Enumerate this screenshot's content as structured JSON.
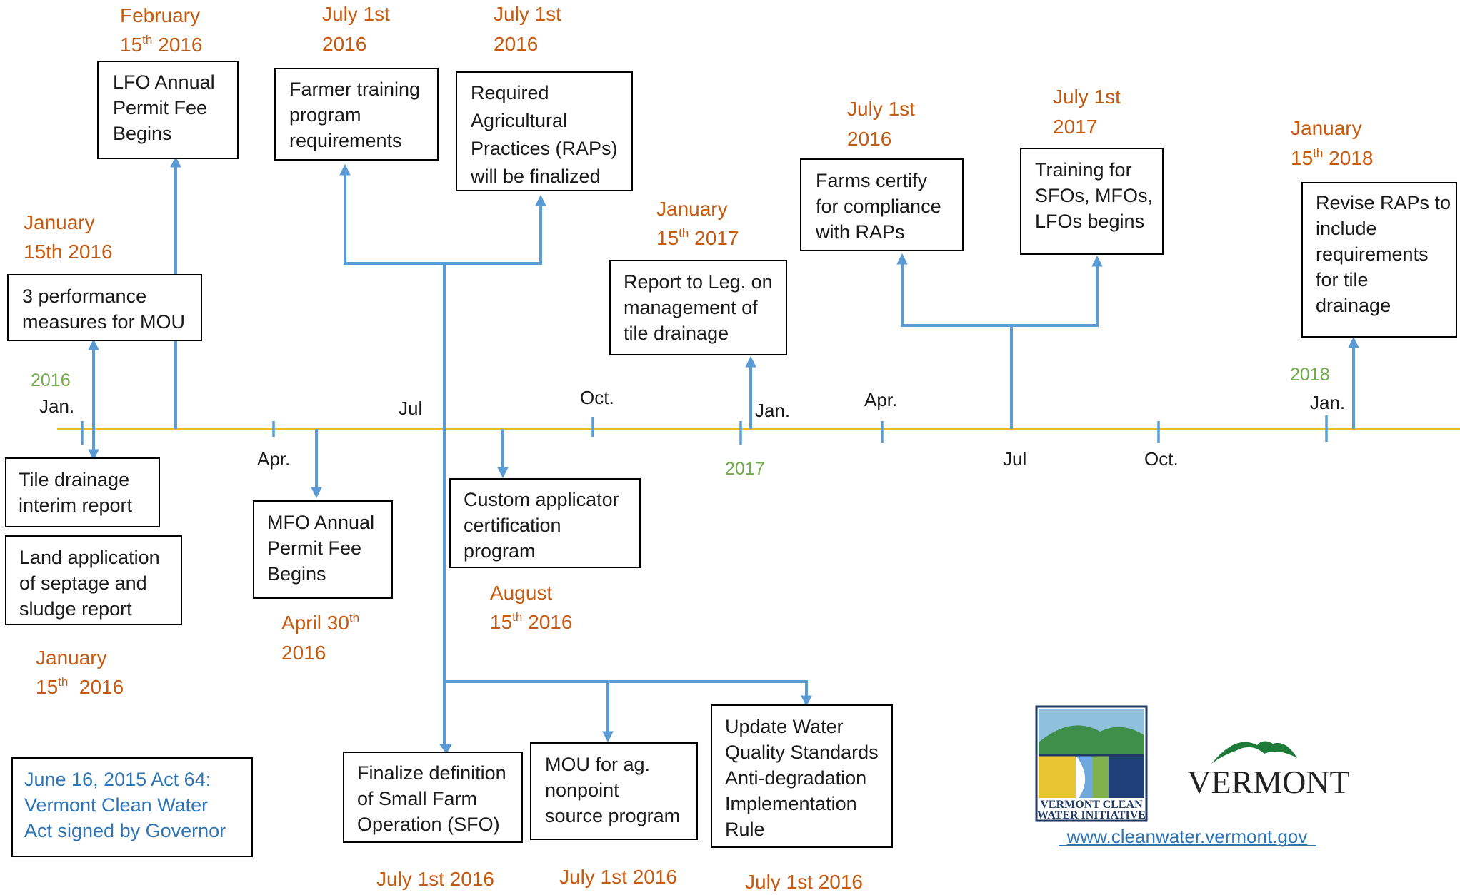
{
  "colors": {
    "timeline": "#f2b91f",
    "connector": "#5b9bd5",
    "date": "#c55a11",
    "year": "#70ad47",
    "act": "#2e75b6",
    "link": "#2e75b6"
  },
  "axis": {
    "months": [
      "Jan.",
      "Apr.",
      "Jul",
      "Oct.",
      "Jan.",
      "Apr.",
      "Jul",
      "Oct.",
      "Jan."
    ],
    "years": [
      "2016",
      "2017",
      "2018"
    ]
  },
  "events": [
    {
      "id": "lfo-fee",
      "box": [
        "LFO Annual",
        "Permit Fee",
        "Begins"
      ],
      "date": {
        "line1": "February",
        "day": "15",
        "sup": "th",
        "rest": " 2016"
      }
    },
    {
      "id": "farmer-training",
      "box": [
        "Farmer training",
        "program",
        "requirements"
      ],
      "date": {
        "line1": "July 1st",
        "line2": "2016"
      }
    },
    {
      "id": "raps-finalized",
      "box": [
        "Required",
        "Agricultural",
        "Practices (RAPs)",
        "will be finalized"
      ],
      "date": {
        "line1": "July 1st",
        "line2": "2016"
      }
    },
    {
      "id": "performance-measures",
      "box": [
        "3 performance",
        "measures for MOU"
      ],
      "date": {
        "line1": "January",
        "line2": "15th 2016"
      }
    },
    {
      "id": "report-leg",
      "box": [
        "Report to Leg. on",
        "management of",
        "tile drainage"
      ],
      "date": {
        "line1": "January",
        "day": "15",
        "sup": "th",
        "rest": " 2017"
      }
    },
    {
      "id": "farms-certify",
      "box": [
        "Farms certify",
        "for compliance",
        "with RAPs"
      ],
      "date": {
        "line1": "July 1st",
        "line2": "2016"
      }
    },
    {
      "id": "training-sfo",
      "box": [
        "Training for",
        "SFOs, MFOs,",
        "LFOs begins"
      ],
      "date": {
        "line1": "July 1st",
        "line2": "2017"
      }
    },
    {
      "id": "revise-raps",
      "box": [
        "Revise RAPs to",
        "include",
        "requirements",
        "for tile",
        "drainage"
      ],
      "date": {
        "line1": "January",
        "day": "15",
        "sup": "th",
        "rest": " 2018"
      }
    },
    {
      "id": "tile-interim",
      "box": [
        "Tile drainage",
        "interim report"
      ]
    },
    {
      "id": "septage-report",
      "box": [
        "Land application",
        "of septage and",
        "sludge report"
      ],
      "date": {
        "line1": "January",
        "day": "15",
        "sup": "th",
        "rest": "  2016"
      }
    },
    {
      "id": "mfo-fee",
      "box": [
        "MFO Annual",
        "Permit Fee",
        "Begins"
      ],
      "date": {
        "line1": "April 30",
        "sup": "th",
        "line2": "2016"
      }
    },
    {
      "id": "custom-applicator",
      "box": [
        "Custom applicator",
        "certification",
        "program"
      ],
      "date": {
        "line1": "August",
        "day": "15",
        "sup": "th",
        "rest": " 2016"
      }
    },
    {
      "id": "sfo-definition",
      "box": [
        "Finalize definition",
        "of Small Farm",
        "Operation (SFO)"
      ],
      "date": {
        "line1": "July 1st 2016"
      }
    },
    {
      "id": "mou-nonpoint",
      "box": [
        "MOU for ag.",
        "nonpoint",
        "source program"
      ],
      "date": {
        "line1": "July 1st 2016"
      }
    },
    {
      "id": "water-quality",
      "box": [
        "Update Water",
        "Quality Standards",
        "Anti-degradation",
        "Implementation",
        "Rule"
      ],
      "date": {
        "line1": "July 1st 2016"
      }
    }
  ],
  "act_note": [
    "June 16, 2015 Act 64:",
    "Vermont Clean Water",
    "Act signed by Governor"
  ],
  "logos": {
    "cwi_text": [
      "VERMONT CLEAN",
      "WATER INITIATIVE"
    ],
    "vermont_text": "VERMONT"
  },
  "link": "www.cleanwater.vermont.gov"
}
